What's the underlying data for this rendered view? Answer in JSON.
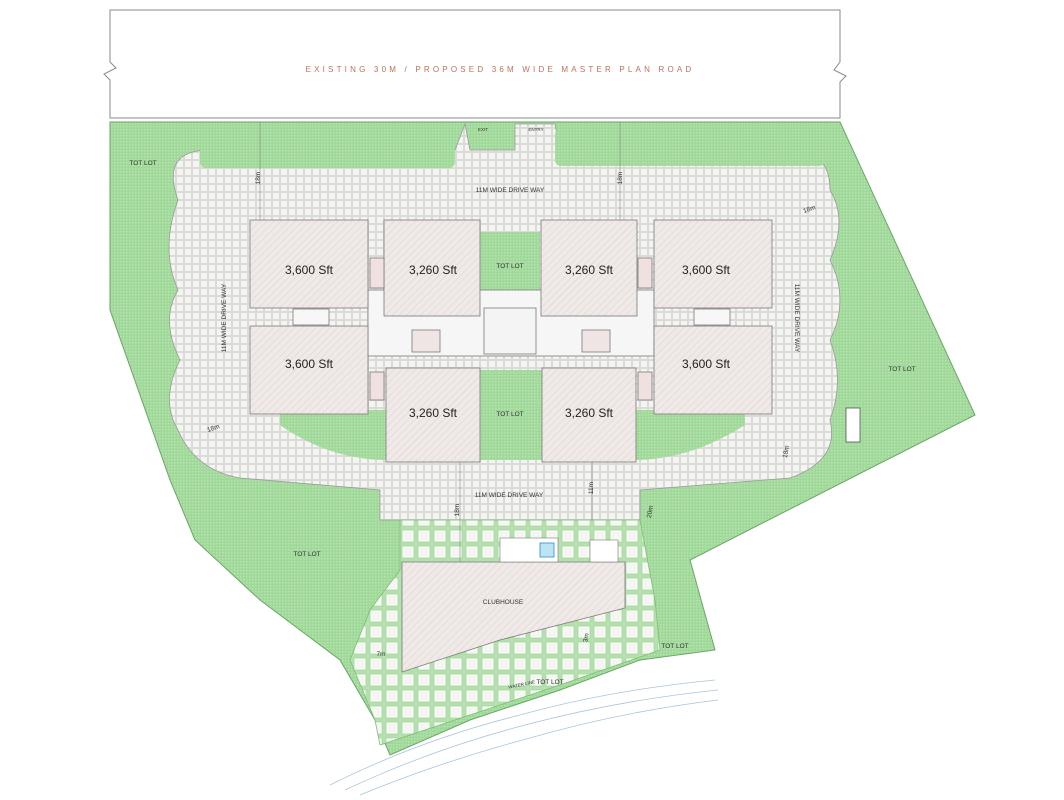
{
  "road": {
    "label": "EXISTING 30M / PROPOSED 36M WIDE MASTER PLAN ROAD"
  },
  "gate": {
    "exit": "EXIT",
    "entry": "ENTRY"
  },
  "drive": {
    "top": "11M WIDE DRIVE WAY",
    "bottom": "11M WIDE DRIVE WAY",
    "left": "11M WIDE DRIVE WAY",
    "right": "11M WIDE DRIVE WAY"
  },
  "units": [
    {
      "area": "3,600 Sft"
    },
    {
      "area": "3,260 Sft"
    },
    {
      "area": "3,260 Sft"
    },
    {
      "area": "3,600 Sft"
    },
    {
      "area": "3,600 Sft"
    },
    {
      "area": "3,600 Sft"
    },
    {
      "area": "3,260 Sft"
    },
    {
      "area": "3,260 Sft"
    }
  ],
  "tot_lot": [
    {
      "label": "TOT LOT"
    },
    {
      "label": "TOT LOT"
    },
    {
      "label": "TOT LOT"
    },
    {
      "label": "TOT LOT"
    },
    {
      "label": "TOT LOT"
    },
    {
      "label": "TOT LOT"
    },
    {
      "label": "TOT LOT"
    }
  ],
  "clubhouse": {
    "label": "CLUBHOUSE"
  },
  "dims": [
    {
      "value": "18m"
    },
    {
      "value": "18m"
    },
    {
      "value": "18m"
    },
    {
      "value": "18m"
    },
    {
      "value": "18m"
    },
    {
      "value": "18m"
    },
    {
      "value": "11m"
    },
    {
      "value": "20m"
    },
    {
      "value": "7m"
    },
    {
      "value": "3m"
    }
  ],
  "misc": {
    "water_line": "WATER LINE"
  },
  "colors": {
    "green": "#a8dca2",
    "paving": "#f1f1ef",
    "building_fill": "#eee9e6",
    "outline": "#6a6a6a"
  }
}
